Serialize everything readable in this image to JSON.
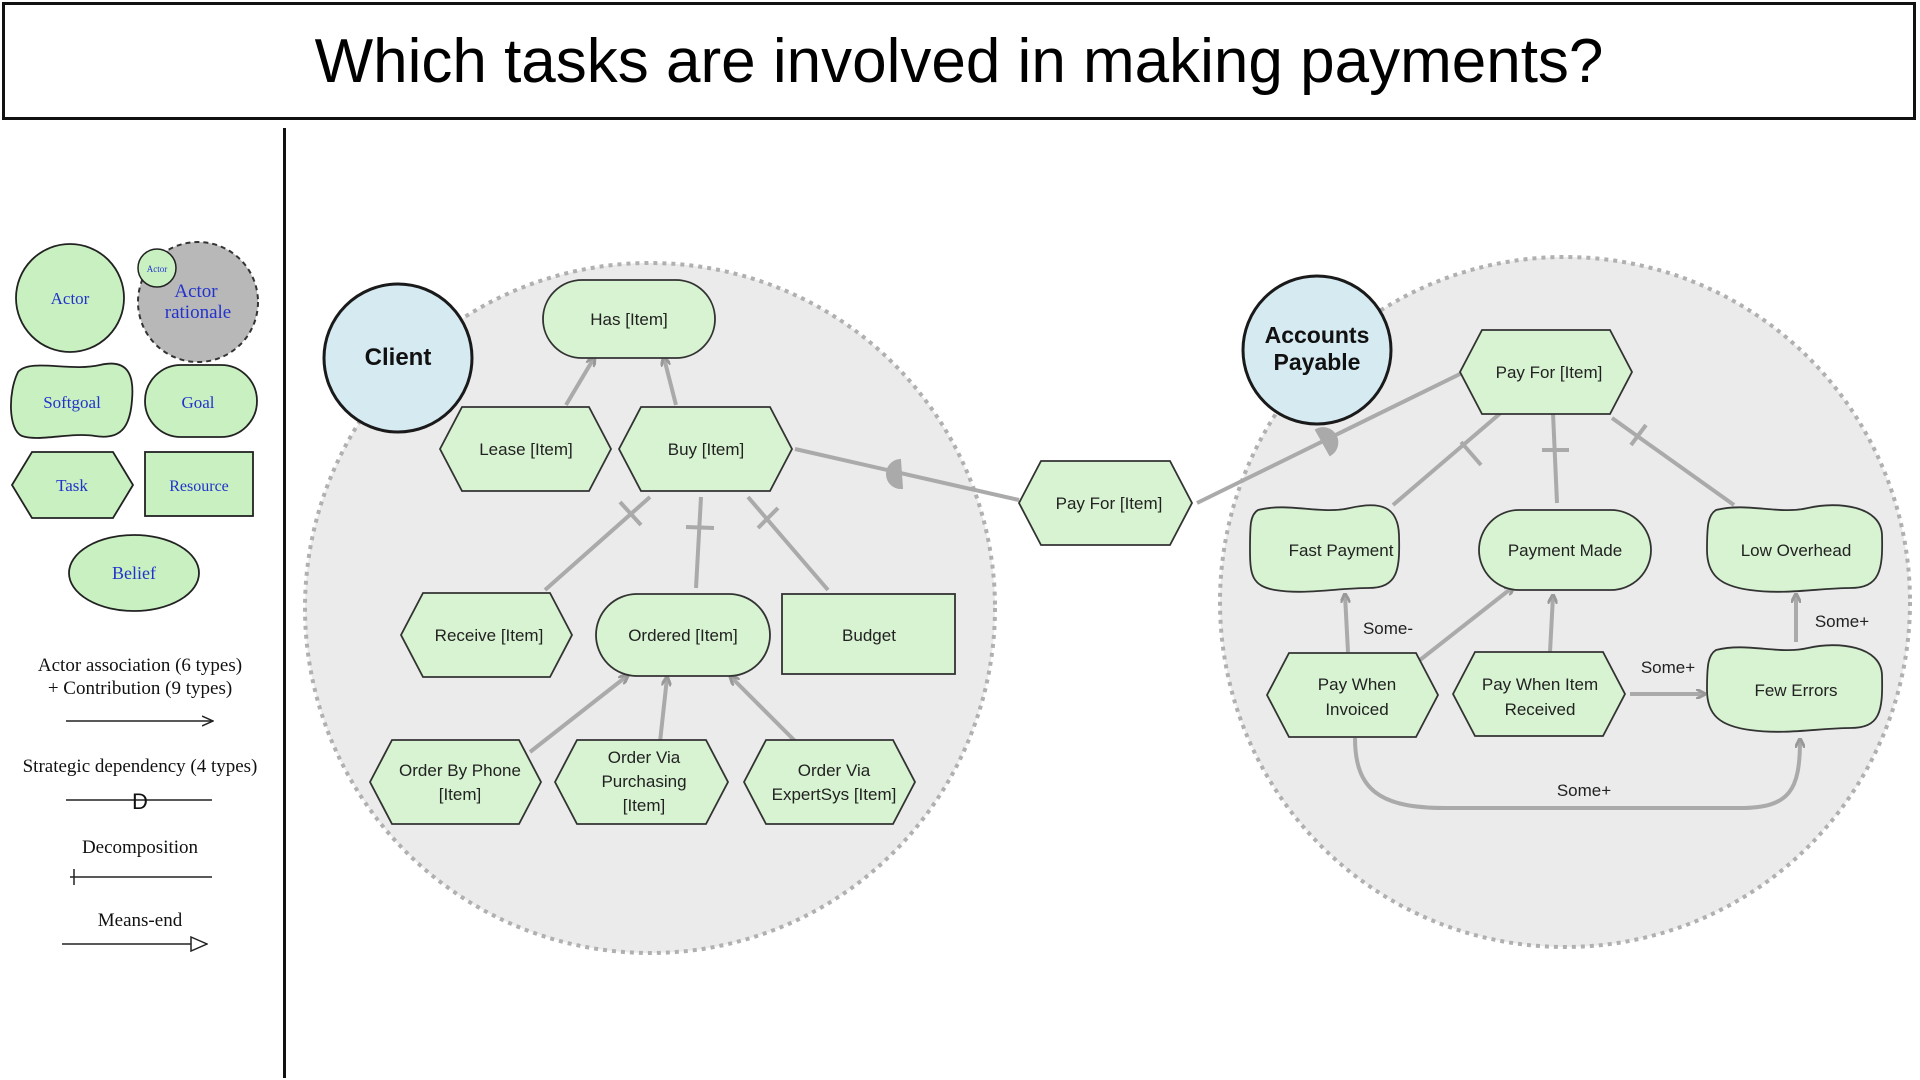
{
  "title": "Which tasks are involved in making payments?",
  "legend": {
    "actor": "Actor",
    "actor_small": "Actor",
    "actor_rationale_1": "Actor",
    "actor_rationale_2": "rationale",
    "softgoal": "Softgoal",
    "goal": "Goal",
    "task": "Task",
    "resource": "Resource",
    "belief": "Belief",
    "assoc_1": "Actor association (6 types)",
    "assoc_2": "+ Contribution (9 types)",
    "strategic": "Strategic dependency (4 types)",
    "strategic_d": "D",
    "decomposition": "Decomposition",
    "means_end": "Means-end"
  },
  "client": {
    "name": "Client",
    "has_item": "Has [Item]",
    "lease_item": "Lease [Item]",
    "buy_item": "Buy [Item]",
    "receive_item": "Receive [Item]",
    "ordered_item": "Ordered [Item]",
    "budget": "Budget",
    "order_by_phone_1": "Order By Phone",
    "order_by_phone_2": "[Item]",
    "order_via_purchasing_1": "Order Via",
    "order_via_purchasing_2": "Purchasing",
    "order_via_purchasing_3": "[Item]",
    "order_via_expertsys_1": "Order Via",
    "order_via_expertsys_2": "ExpertSys [Item]"
  },
  "dependum": "Pay For [Item]",
  "accounts_payable": {
    "name_1": "Accounts",
    "name_2": "Payable",
    "pay_for_item": "Pay For [Item]",
    "fast_payment": "Fast Payment",
    "payment_made": "Payment Made",
    "low_overhead": "Low Overhead",
    "pay_when_invoiced_1": "Pay When",
    "pay_when_invoiced_2": "Invoiced",
    "pay_when_received_1": "Pay When Item",
    "pay_when_received_2": "Received",
    "few_errors": "Few Errors",
    "label_some_minus": "Some-",
    "label_some_plus_1": "Some+",
    "label_some_plus_2": "Some+",
    "label_some_plus_3": "Some+"
  },
  "colors": {
    "node_fill": "#d7f3d1",
    "actor_fill": "#d6eaf2",
    "boundary_fill": "#ebebeb",
    "legend_text": "#2233cc"
  }
}
